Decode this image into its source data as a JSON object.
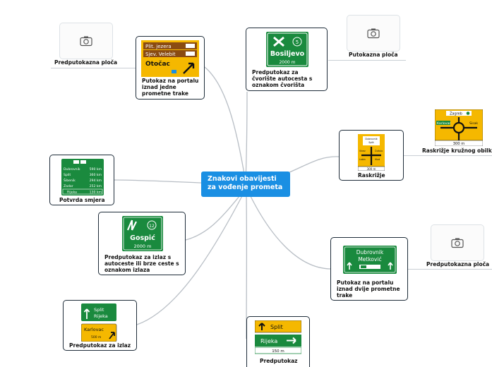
{
  "central": {
    "line1": "Znakovi obavijesti",
    "line2": "za vođenje prometa"
  },
  "nodes": {
    "otocac": {
      "caption_lines": [
        "Putokaz na portalu",
        "iznad jedne",
        "prometne trake"
      ],
      "sign": {
        "row1": "Plit. jezera",
        "row2": "Sjev. Velebit",
        "row3": "Otočac"
      }
    },
    "bosiljevo": {
      "caption_lines": [
        "Predputokaz za",
        "čvorište autocesta s",
        "oznakom čvorišta"
      ],
      "sign": {
        "num": "5",
        "name": "Bosiljevo",
        "dist": "2000  m"
      }
    },
    "raskrizje": {
      "caption": "Raskrižje",
      "sign": {
        "top": "Dubrovnik",
        "top2": "Split",
        "left": "Vinez",
        "left2": "Labin",
        "right": "Čvitulo",
        "right2": "Hlad",
        "dist": "300 m"
      }
    },
    "potvrda": {
      "caption": "Potvrda smjera",
      "sign": {
        "rows": [
          {
            "name": "Dubrovnik",
            "km": "590 km"
          },
          {
            "name": "Split",
            "km": "360 km"
          },
          {
            "name": "Šibenik",
            "km": "294 km"
          },
          {
            "name": "Zadar",
            "km": "252 km"
          },
          {
            "name": "Rijeka",
            "km": "130 km"
          }
        ]
      }
    },
    "gospic": {
      "caption_lines": [
        "Predputokaz za izlaz s",
        "autoceste ili brze ceste s",
        "oznakom izlaza"
      ],
      "sign": {
        "num": "12",
        "name": "Gospić",
        "dist": "2000 m"
      }
    },
    "dubrovnik": {
      "caption_lines": [
        "Putokaz na portalu",
        "iznad dvije prometne",
        "trake"
      ],
      "sign": {
        "line1": "Dubrovnik",
        "line2": "Metković"
      }
    },
    "izlaz": {
      "caption": "Predputokaz za izlaz",
      "sign": {
        "g1": "Split",
        "g2": "Rijeka",
        "y1": "Karlovac",
        "dist": "500 m"
      }
    },
    "predputokaz": {
      "caption": "Predputokaz",
      "sign": {
        "y": "Split",
        "g": "Rijeka",
        "dist": "150 m"
      }
    }
  },
  "floating": {
    "left_top": {
      "label": "Predputokazna ploča"
    },
    "right_top": {
      "label": "Putokazna ploča"
    },
    "right_roundabout": {
      "label": "Raskrižje kružnog obilk",
      "sign": {
        "top": "Zagreb",
        "left": "Karlovac",
        "right": "Sisak",
        "dist": "300 m"
      }
    },
    "right_bottom": {
      "label": "Predputokazna ploča"
    }
  },
  "colors": {
    "central": "#1a8fe3",
    "sign_green": "#1a8a3e",
    "sign_yellow": "#f5b800",
    "sign_brown": "#8a4b12"
  }
}
